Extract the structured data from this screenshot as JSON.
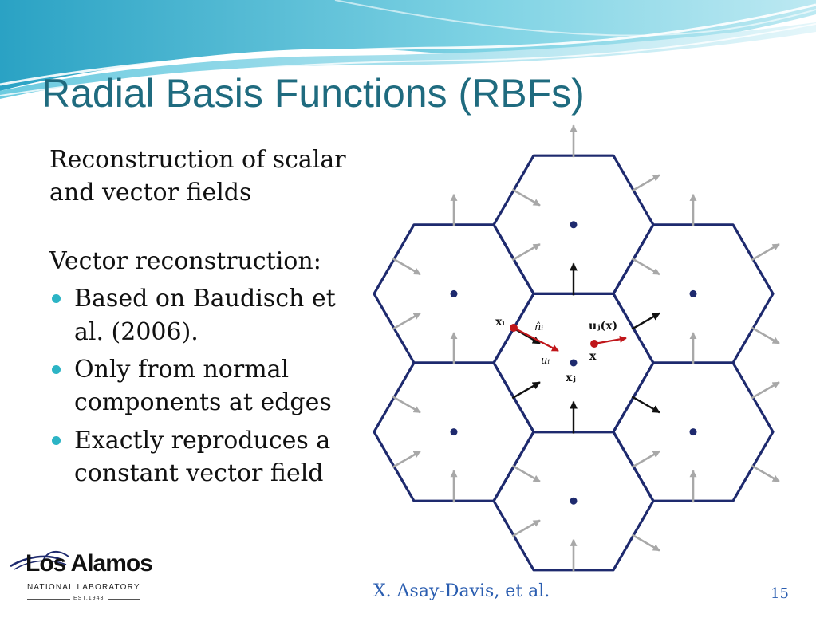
{
  "slide": {
    "title": "Radial Basis Functions (RBFs)",
    "intro": "Reconstruction of scalar and vector fields",
    "subheading": "Vector reconstruction:",
    "bullets": [
      "Based on Baudisch et al. (2006).",
      "Only from normal components at edges",
      "Exactly reproduces a constant vector field"
    ],
    "credit": "X. Asay-Davis, et al.",
    "page_number": "15"
  },
  "logo": {
    "name": "Los Alamos",
    "subtitle": "NATIONAL LABORATORY",
    "established": "EST.1943"
  },
  "figure": {
    "labels": {
      "x_i": "xᵢ",
      "n_hat_i": "n̂ᵢ",
      "u_i": "uᵢ",
      "x_j": "xⱼ",
      "u_j_x": "uⱼ(x)",
      "x": "x"
    }
  },
  "colors": {
    "title": "#1f6b7f",
    "bullet": "#2cb4c5",
    "hex_edge": "#1e2a6e",
    "center_dot": "#1e2a6e",
    "gray_arrow": "#a8a8a8",
    "red": "#c0161a",
    "credit": "#2a5db0"
  }
}
